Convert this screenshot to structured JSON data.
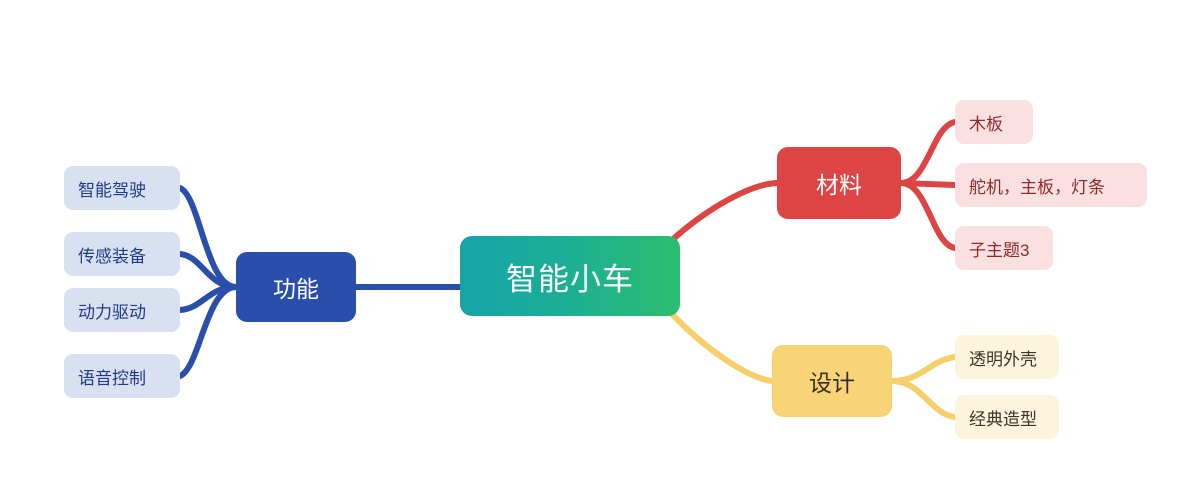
{
  "diagram": {
    "type": "mind-map",
    "background": "#ffffff",
    "root": {
      "label": "智能小车",
      "color": "#1bae96",
      "gradient_from": "#17a3a8",
      "gradient_to": "#2bbe6e",
      "text_color": "#ffffff"
    },
    "branches": [
      {
        "id": "function",
        "label": "功能",
        "side": "left",
        "color": "#2a4fab",
        "text_color": "#ffffff",
        "children": [
          {
            "label": "智能驾驶",
            "color": "#d9e0f2",
            "text_color": "#1f3d86"
          },
          {
            "label": "传感装备",
            "color": "#d9e0f2",
            "text_color": "#1f3d86"
          },
          {
            "label": "动力驱动",
            "color": "#d9e0f2",
            "text_color": "#1f3d86"
          },
          {
            "label": "语音控制",
            "color": "#d9e0f2",
            "text_color": "#1f3d86"
          }
        ]
      },
      {
        "id": "material",
        "label": "材料",
        "side": "right",
        "color": "#dd4444",
        "text_color": "#ffffff",
        "children": [
          {
            "label": "木板",
            "color": "#fae0e0",
            "text_color": "#8d2b2b"
          },
          {
            "label": "舵机，主板，灯条",
            "color": "#fae0e0",
            "text_color": "#8d2b2b"
          },
          {
            "label": "子主题3",
            "color": "#fae0e0",
            "text_color": "#8d2b2b"
          }
        ]
      },
      {
        "id": "design",
        "label": "设计",
        "side": "right",
        "color": "#f8d477",
        "text_color": "#34302b",
        "children": [
          {
            "label": "透明外壳",
            "color": "#fdf4de",
            "text_color": "#3c3525"
          },
          {
            "label": "经典造型",
            "color": "#fdf4de",
            "text_color": "#3c3525"
          }
        ]
      }
    ],
    "connector_colors": {
      "function": "#2a4fab",
      "material": "#dd4444",
      "design": "#f6cf6c",
      "root_to_function": "#2a4fab"
    }
  }
}
